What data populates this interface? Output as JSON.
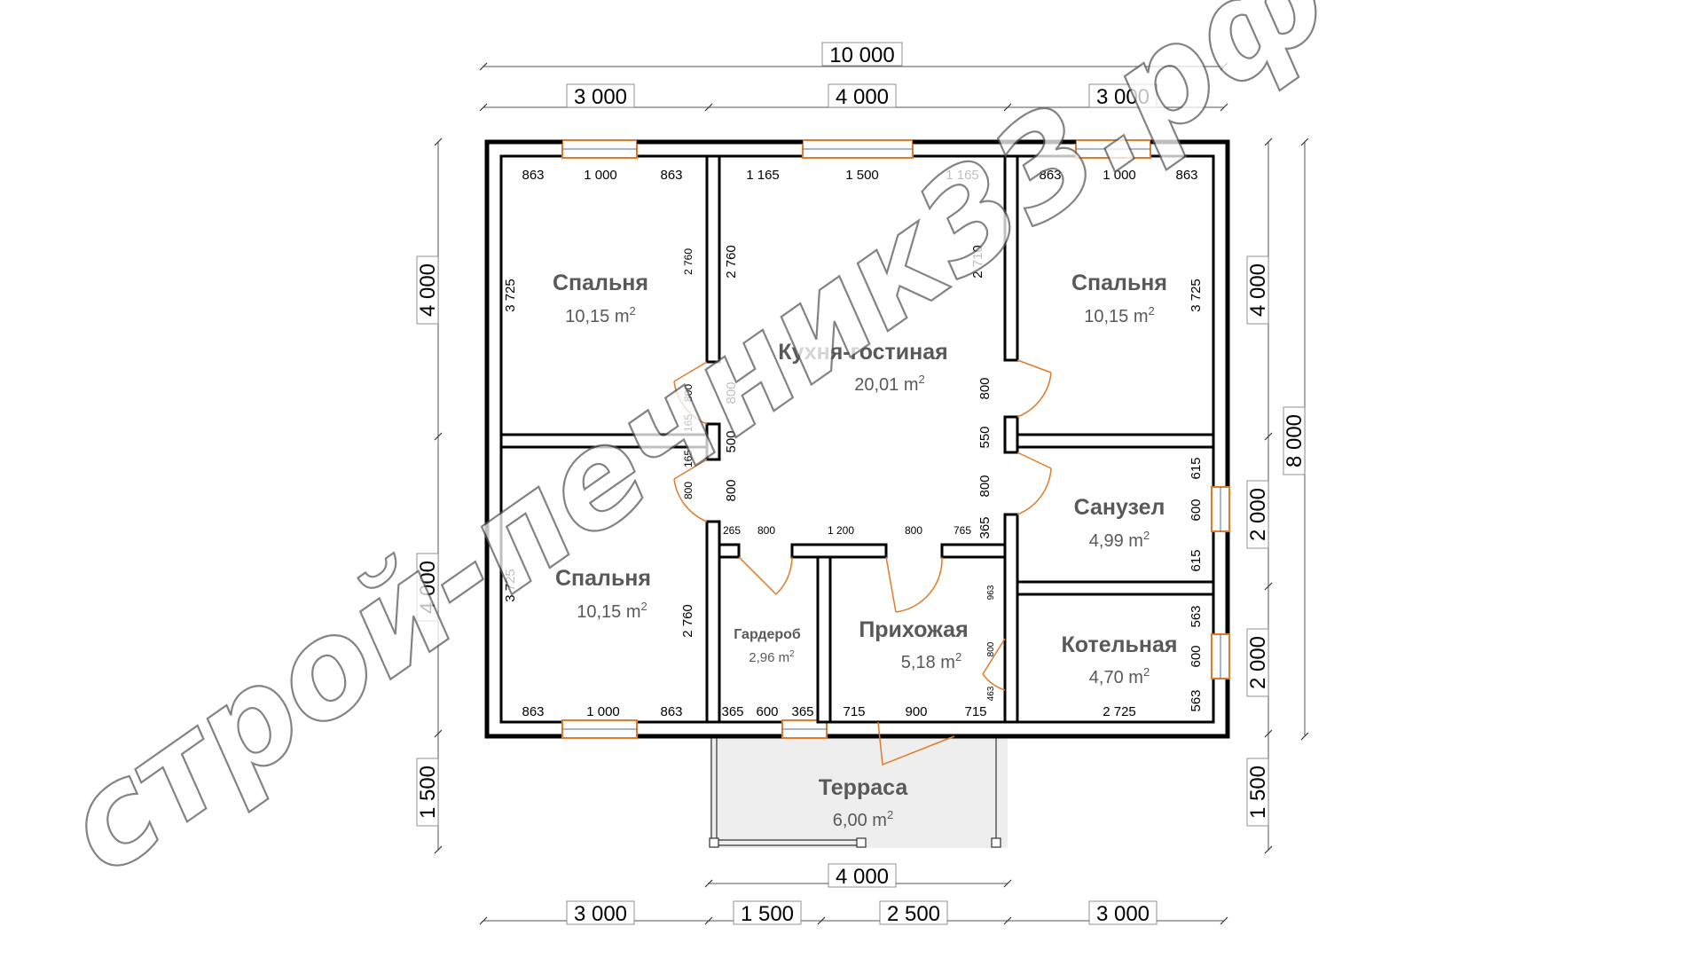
{
  "colors": {
    "wall": "#000000",
    "window": "#e07b29",
    "door": "#e07b29",
    "terrace": "#eeeeee",
    "text": "#595959"
  },
  "rooms": {
    "bedroom_top_left": {
      "name": "Спальня",
      "area": "10,15 m",
      "unit_sup": "2"
    },
    "kitchen": {
      "name": "Кухня-гостиная",
      "area": "20,01 m",
      "unit_sup": "2"
    },
    "bedroom_top_right": {
      "name": "Спальня",
      "area": "10,15 m",
      "unit_sup": "2"
    },
    "bathroom": {
      "name": "Санузел",
      "area": "4,99 m",
      "unit_sup": "2"
    },
    "bedroom_bottom_left": {
      "name": "Спальня",
      "area": "10,15 m",
      "unit_sup": "2"
    },
    "wardrobe": {
      "name": "Гардероб",
      "area": "2,96 m",
      "unit_sup": "2"
    },
    "hallway": {
      "name": "Прихожая",
      "area": "5,18 m",
      "unit_sup": "2"
    },
    "boiler": {
      "name": "Котельная",
      "area": "4,70 m",
      "unit_sup": "2"
    },
    "terrace": {
      "name": "Терраса",
      "area": "6,00 m",
      "unit_sup": "2"
    }
  },
  "dims": {
    "overall_width": "10 000",
    "top_left": "3 000",
    "top_mid": "4 000",
    "top_right": "3 000",
    "left_upper": "4 000",
    "left_lower": "4 000",
    "left_terrace": "1 500",
    "right_upper": "4 000",
    "right_total": "8 000",
    "right_bath": "2 000",
    "right_boiler": "2 000",
    "right_terrace": "1 500",
    "terrace_width": "4 000",
    "bottom_left": "3 000",
    "bottom_b": "1 500",
    "bottom_c": "2 500",
    "bottom_right": "3 000",
    "tl_a": "863",
    "tl_b": "1 000",
    "tl_c": "863",
    "k_a": "1 165",
    "k_b": "1 500",
    "k_c": "1 165",
    "tr_a": "863",
    "tr_b": "1 000",
    "tr_c": "863",
    "tl_left_h": "3 725",
    "tl_right_h": "2 760",
    "k_left_h": "2 760",
    "k_right_h": "2 710",
    "tr_right_h": "3 725",
    "k_door1": "800",
    "k_pier": "500",
    "k_door2": "800",
    "bl_door_top": "800",
    "bl_165a": "165",
    "bl_165b": "165",
    "bl_door": "800",
    "k_right_door1": "800",
    "k_right_pier": "550",
    "k_right_door2": "800",
    "k_bot_265": "265",
    "k_bot_800a": "800",
    "k_bot_1200": "1 200",
    "k_bot_800b": "800",
    "k_bot_765": "765",
    "k_bot_365": "365",
    "bl_left_h": "3 725",
    "bl_right_h": "2 760",
    "bl_a": "863",
    "bl_b": "1 000",
    "bl_c": "863",
    "w_a": "365",
    "w_b": "600",
    "w_c": "365",
    "h_a": "715",
    "h_b": "900",
    "h_c": "715",
    "b_bot": "2 725",
    "bath_a": "615",
    "bath_b": "600",
    "bath_c": "615",
    "boil_a": "563",
    "boil_b": "600",
    "boil_c": "563",
    "h_963": "963",
    "h_800": "800",
    "h_463": "463"
  },
  "watermark": "строй-печник33.рф"
}
